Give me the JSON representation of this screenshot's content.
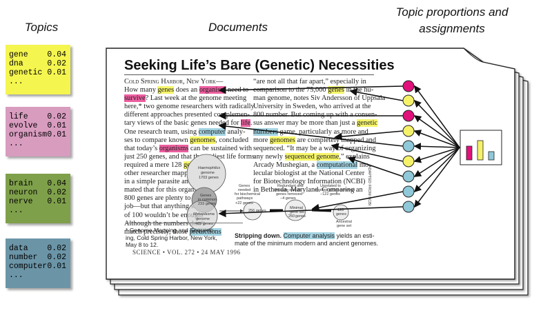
{
  "headers": {
    "topics": "Topics",
    "documents": "Documents",
    "proportions_line1": "Topic proportions and",
    "proportions_line2": "assignments"
  },
  "colors": {
    "topic1": "#f5f54f",
    "topic2": "#d89cbf",
    "topic3": "#7fa04a",
    "topic4": "#6b95a7",
    "dot_pink": "#e0117a",
    "dot_yellow": "#f5f26a",
    "dot_blue": "#8fc8d8",
    "bar_pink": "#e0117a",
    "bar_yellow": "#f5f26a",
    "bar_blue": "#8fc8d8"
  },
  "topics": [
    {
      "words": [
        {
          "w": "gene",
          "p": "0.04"
        },
        {
          "w": "dna",
          "p": "0.02"
        },
        {
          "w": "genetic",
          "p": "0.01"
        },
        {
          "w": "...",
          "p": ""
        }
      ]
    },
    {
      "words": [
        {
          "w": "life",
          "p": "0.02"
        },
        {
          "w": "evolve",
          "p": "0.01"
        },
        {
          "w": "organism",
          "p": "0.01"
        },
        {
          "w": "...",
          "p": ""
        }
      ]
    },
    {
      "words": [
        {
          "w": "brain",
          "p": "0.04"
        },
        {
          "w": "neuron",
          "p": "0.02"
        },
        {
          "w": "nerve",
          "p": "0.01"
        },
        {
          "w": "...",
          "p": ""
        }
      ]
    },
    {
      "words": [
        {
          "w": "data",
          "p": "0.02"
        },
        {
          "w": "number",
          "p": "0.02"
        },
        {
          "w": "computer",
          "p": "0.01"
        },
        {
          "w": "...",
          "p": ""
        }
      ]
    }
  ],
  "doc": {
    "title": "Seeking Life’s Bare (Genetic) Necessities",
    "dateline": "Cold Spring Harbor, New York—",
    "footnote_lines": [
      "* Genome Mapping and Sequenc-",
      "ing, Cold Spring Harbor, New York,",
      "May 8 to 12."
    ],
    "caption_bold": "Stripping down.",
    "caption_hl": "Computer analysis",
    "caption_rest": "yields an esti-",
    "caption_line2": "mate of the minimum modern and ancient genomes.",
    "journal": "SCIENCE • VOL. 272 • 24 MAY 1996",
    "fig": {
      "haemophilus": "Haemophilus",
      "genome": "genome",
      "g1703": "1703 genes",
      "genes_common": "Genes",
      "in_common": "in common",
      "g233": "233 genes",
      "mycoplasma": "Mycoplasma",
      "g469": "469 genes",
      "genes_needed": "Genes",
      "needed": "needed",
      "biochemical": "for biochemical",
      "pathways": "pathways",
      "g22": "+22 genes",
      "redundant": "Redundant and",
      "parasite": "parasite-specific",
      "genes_removed": "genes removed",
      "g4": "−4 genes",
      "related": "Unrelated to",
      "modern": "modern genes removed",
      "g122": "−122 genes",
      "g250": "250",
      "genes250": "genes",
      "minimal": "Minimal",
      "gene_set": "gene set",
      "g256": "256 genes",
      "ancient": "Ancestral",
      "ancient2": "gene set",
      "g128": "128",
      "genes128": "genes",
      "adapted": "ADAPTED FROM NCBI"
    },
    "left_col": [
      [
        {
          "t": "How many "
        },
        {
          "t": "genes",
          "h": "yel"
        },
        {
          "t": " does an "
        },
        {
          "t": "organism",
          "h": "pink"
        },
        {
          "t": " need to"
        }
      ],
      [
        {
          "t": "survive",
          "h": "pink"
        },
        {
          "t": "? Last week at the genome meeting"
        }
      ],
      [
        {
          "t": "here,* two genome researchers with radically"
        }
      ],
      [
        {
          "t": "different approaches presented complemen-"
        }
      ],
      [
        {
          "t": "tary views of the basic genes needed for "
        },
        {
          "t": "life",
          "h": "pink"
        },
        {
          "t": "."
        }
      ],
      [
        {
          "t": "One research team, using "
        },
        {
          "t": "computer",
          "h": "blue"
        },
        {
          "t": " analy-"
        }
      ],
      [
        {
          "t": "ses to compare known "
        },
        {
          "t": "genomes",
          "h": "yel"
        },
        {
          "t": ", concluded"
        }
      ],
      [
        {
          "t": "that today’s "
        },
        {
          "t": "organisms",
          "h": "pink"
        },
        {
          "t": " can be sustained with"
        }
      ],
      [
        {
          "t": "just 250 genes, and that the earliest life forms"
        }
      ],
      [
        {
          "t": "required a mere 128 "
        },
        {
          "t": "genes",
          "h": "yel"
        },
        {
          "t": ". The"
        }
      ],
      [
        {
          "t": "other researcher mapped genes"
        }
      ],
      [
        {
          "t": "in a simple parasite and esti-"
        }
      ],
      [
        {
          "t": "mated that for this organism,"
        }
      ],
      [
        {
          "t": "800 genes are plenty to do the"
        }
      ],
      [
        {
          "t": "job—but that anything short"
        }
      ],
      [
        {
          "t": "of 100 wouldn’t be enough."
        }
      ],
      [
        {
          "t": "   Although the numbers don’t"
        }
      ],
      [
        {
          "t": "match precisely, those "
        },
        {
          "t": "predictions",
          "h": "blue"
        }
      ]
    ],
    "right_col": [
      [
        {
          "t": "“are not all that far apart,” especially in"
        }
      ],
      [
        {
          "t": "comparison to the 75,000 "
        },
        {
          "t": "genes",
          "h": "yel"
        },
        {
          "t": " in the hu-"
        }
      ],
      [
        {
          "t": "man genome, notes Siv Andersson of Uppsala"
        }
      ],
      [
        {
          "t": "University in Sweden, who arrived at the"
        }
      ],
      [
        {
          "t": "800 number. But coming up with a consen-"
        }
      ],
      [
        {
          "t": "sus answer may be more than just a "
        },
        {
          "t": "genetic",
          "h": "yel"
        }
      ],
      [
        {
          "t": "numbers",
          "h": "blue"
        },
        {
          "t": " game, particularly as more and"
        }
      ],
      [
        {
          "t": "more "
        },
        {
          "t": "genomes",
          "h": "yel"
        },
        {
          "t": " are completely mapped and"
        }
      ],
      [
        {
          "t": "sequenced. “It may be a way of organizing"
        }
      ],
      [
        {
          "t": "any newly "
        },
        {
          "t": "sequenced genome",
          "h": "yel"
        },
        {
          "t": ",” explains"
        }
      ],
      [
        {
          "t": "   Arcady Mushegian, a "
        },
        {
          "t": "computational",
          "h": "blue"
        },
        {
          "t": " mo-"
        }
      ],
      [
        {
          "t": "lecular biologist at the National Center"
        }
      ],
      [
        {
          "t": "for Biotechnology Information (NCBI)"
        }
      ],
      [
        {
          "t": "in Bethesda, Maryland. Comparing an"
        }
      ]
    ],
    "proportions_chart": {
      "type": "bar",
      "series": [
        {
          "values": [
            0.5,
            0.7,
            0.3
          ]
        }
      ]
    }
  }
}
